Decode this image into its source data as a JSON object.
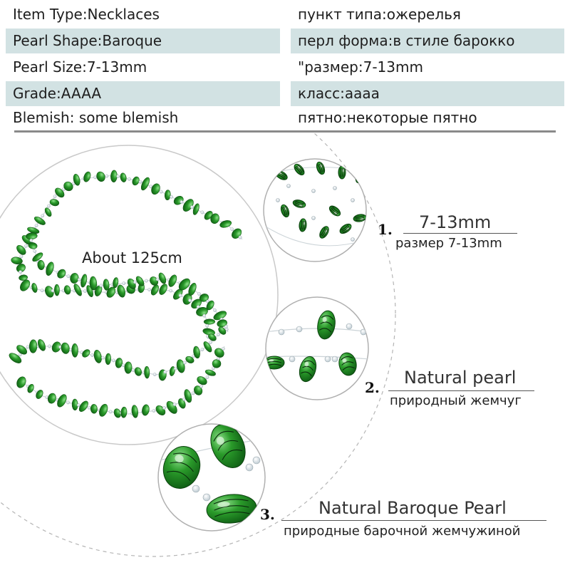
{
  "spec_rows": [
    {
      "en": "Item Type:Necklaces",
      "ru": "пункт типа:ожерелья",
      "shaded": false
    },
    {
      "en": "Pearl Shape:Baroque",
      "ru": "перл форма:в стиле барокко",
      "shaded": true
    },
    {
      "en": "Pearl Size:7-13mm",
      "ru": "\"размер:7-13mm",
      "shaded": false
    },
    {
      "en": "Grade:AAAA",
      "ru": "класс:аааа",
      "shaded": true
    },
    {
      "en": "Blemish: some blemish",
      "ru": "пятно:некоторые пятно",
      "shaded": false
    }
  ],
  "length_label": "About 125cm",
  "details": [
    {
      "number": "1.",
      "title": "7-13mm",
      "subtitle": "размер 7-13mm"
    },
    {
      "number": "2.",
      "title": "Natural pearl",
      "subtitle": "природный жемчуг"
    },
    {
      "number": "3.",
      "title": "Natural Baroque Pearl",
      "subtitle": "природные барочной жемчужиной"
    }
  ],
  "colors": {
    "row_shade": "#d2e2e3",
    "pearl_green": "#2a9a2a",
    "pearl_dark": "#0f5e14",
    "bead_clear": "#e6eef2",
    "circle_line": "#b5b5b5"
  }
}
